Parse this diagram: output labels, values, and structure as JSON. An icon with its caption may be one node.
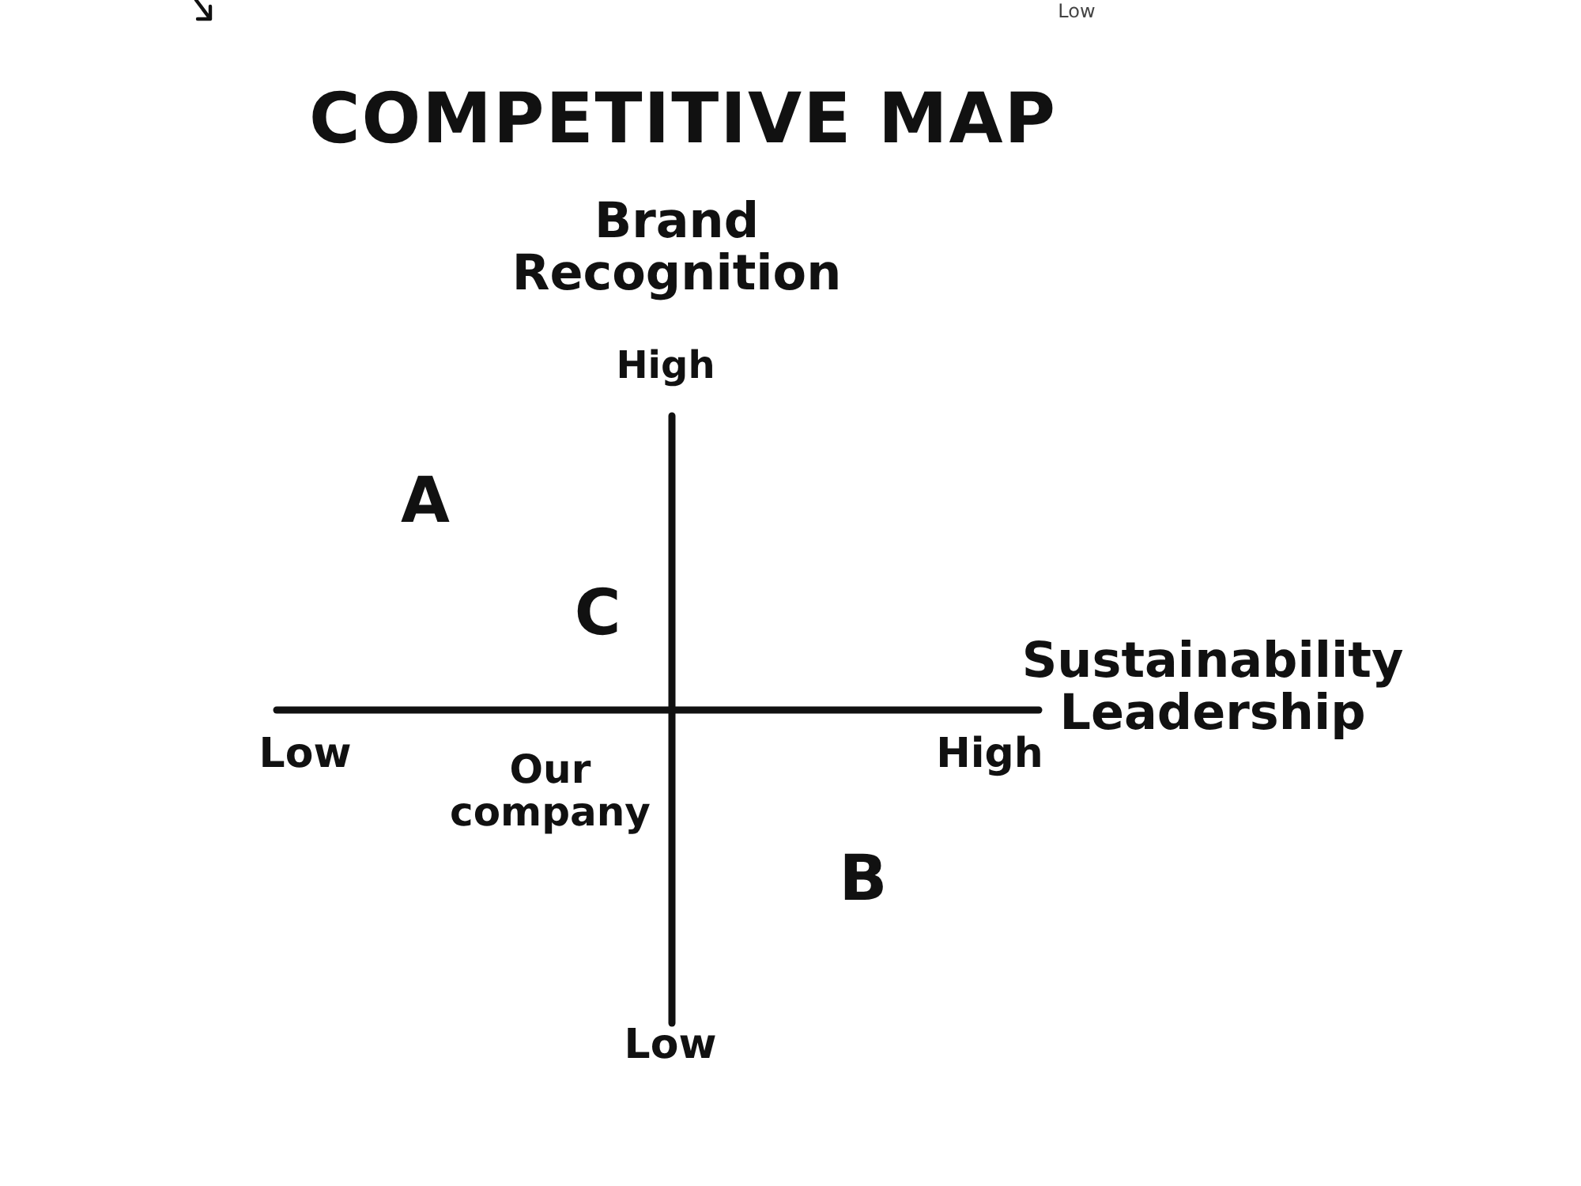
{
  "diagram": {
    "title": "COMPETITIVE MAP",
    "labels": [
      "Low",
      "Brand Recognition",
      "High",
      "A",
      "C",
      "Sustainability Leadership",
      "Low",
      "Our company",
      "High",
      "B",
      "Low"
    ]
  }
}
